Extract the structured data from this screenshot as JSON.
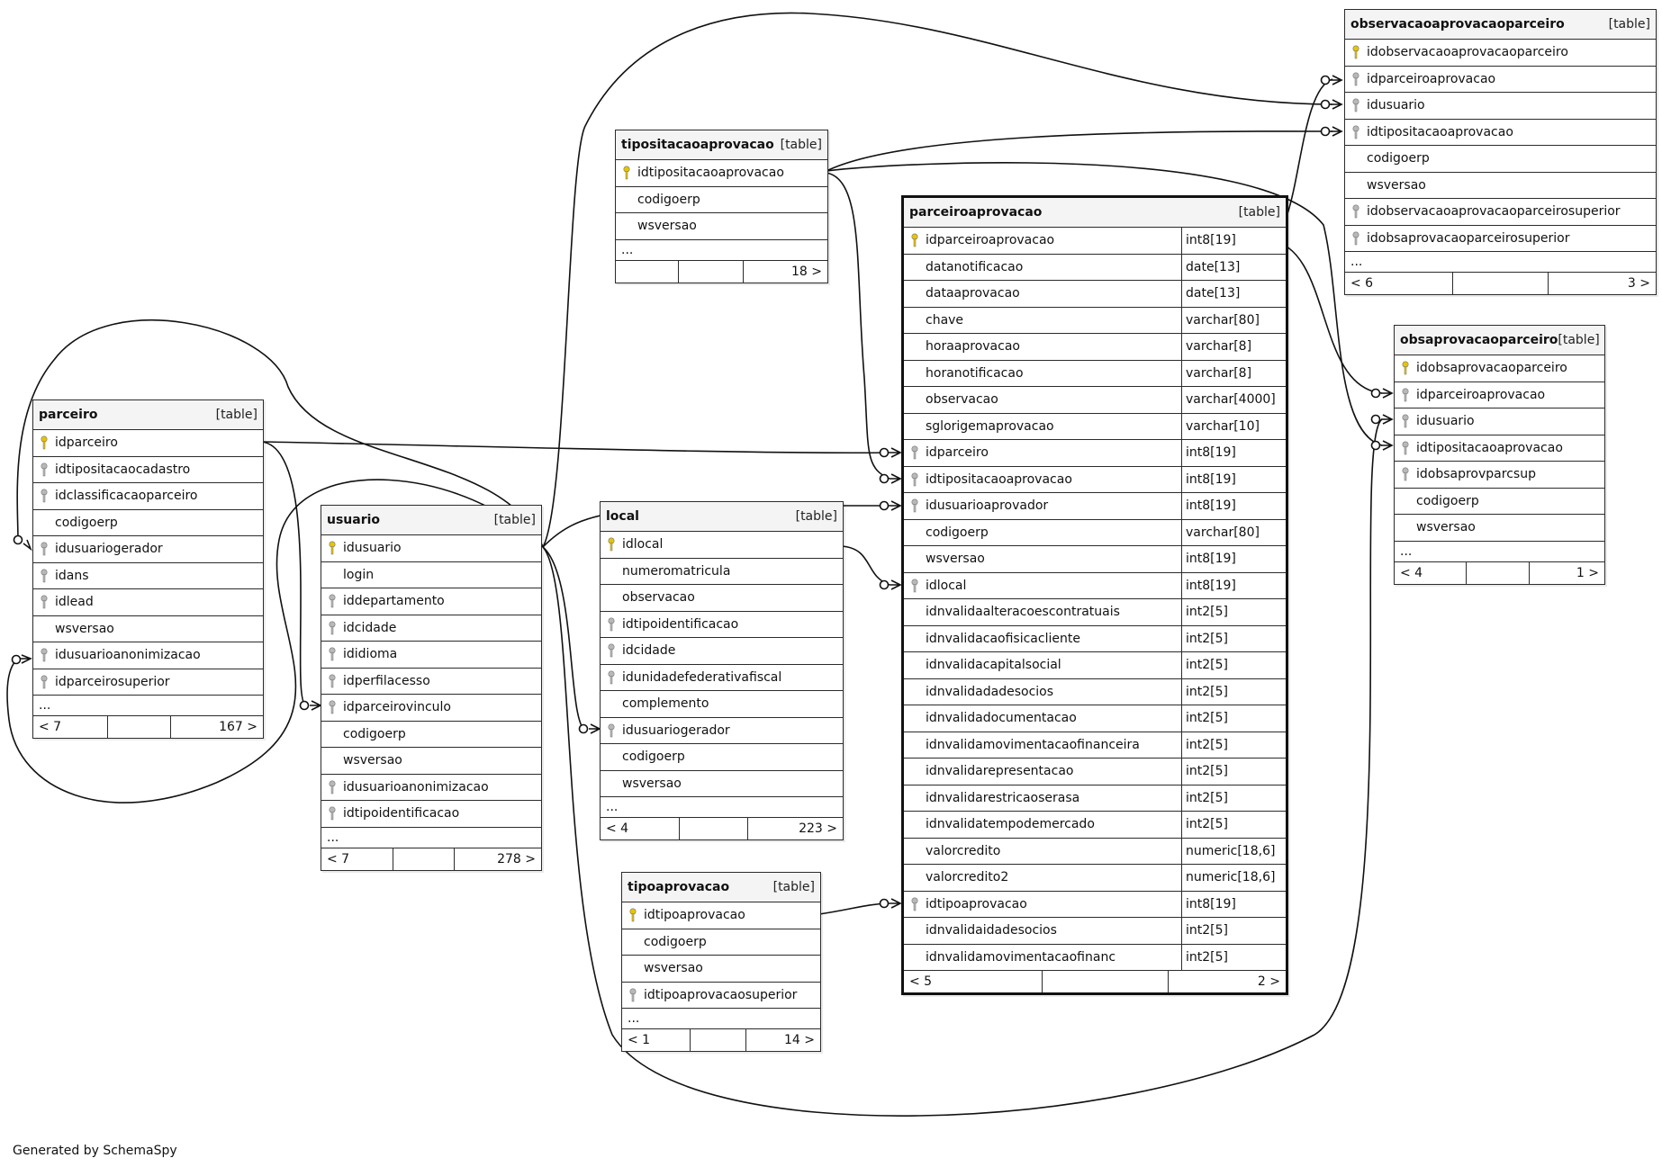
{
  "footer_text": "Generated by SchemaSpy",
  "colors": {
    "primary_key": "#e8c400",
    "foreign_key": "#b8b8b8",
    "line": "#111111"
  },
  "tables": [
    {
      "id": "observacaoaprovacaoparceiro",
      "name": "observacaoaprovacaoparceiro",
      "type": "[table]",
      "columns": [
        {
          "name": "idobservacaoaprovacaoparceiro",
          "key": "pk"
        },
        {
          "name": "idparceiroaprovacao",
          "key": "fk"
        },
        {
          "name": "idusuario",
          "key": "fk"
        },
        {
          "name": "idtipositacaoaprovacao",
          "key": "fk"
        },
        {
          "name": "codigoerp",
          "key": ""
        },
        {
          "name": "wsversao",
          "key": ""
        },
        {
          "name": "idobservacaoaprovacaoparceirosuperior",
          "key": "fk"
        },
        {
          "name": "idobsaprovacaoparceirosuperior",
          "key": "fk"
        }
      ],
      "more": "...",
      "foot_left": "< 6",
      "foot_right": "3 >"
    },
    {
      "id": "tipositacaoaprovacao",
      "name": "tipositacaoaprovacao",
      "type": "[table]",
      "columns": [
        {
          "name": "idtipositacaoaprovacao",
          "key": "pk"
        },
        {
          "name": "codigoerp",
          "key": ""
        },
        {
          "name": "wsversao",
          "key": ""
        }
      ],
      "more": "...",
      "foot_left": "",
      "foot_right": "18 >"
    },
    {
      "id": "parceiroaprovacao",
      "name": "parceiroaprovacao",
      "type": "[table]",
      "columns": [
        {
          "name": "idparceiroaprovacao",
          "key": "pk",
          "dtype": "int8[19]"
        },
        {
          "name": "datanotificacao",
          "key": "",
          "dtype": "date[13]"
        },
        {
          "name": "dataaprovacao",
          "key": "",
          "dtype": "date[13]"
        },
        {
          "name": "chave",
          "key": "",
          "dtype": "varchar[80]"
        },
        {
          "name": "horaaprovacao",
          "key": "",
          "dtype": "varchar[8]"
        },
        {
          "name": "horanotificacao",
          "key": "",
          "dtype": "varchar[8]"
        },
        {
          "name": "observacao",
          "key": "",
          "dtype": "varchar[4000]"
        },
        {
          "name": "sglorigemaprovacao",
          "key": "",
          "dtype": "varchar[10]"
        },
        {
          "name": "idparceiro",
          "key": "fk",
          "dtype": "int8[19]"
        },
        {
          "name": "idtipositacaoaprovacao",
          "key": "fk",
          "dtype": "int8[19]"
        },
        {
          "name": "idusuarioaprovador",
          "key": "fk",
          "dtype": "int8[19]"
        },
        {
          "name": "codigoerp",
          "key": "",
          "dtype": "varchar[80]"
        },
        {
          "name": "wsversao",
          "key": "",
          "dtype": "int8[19]"
        },
        {
          "name": "idlocal",
          "key": "fk",
          "dtype": "int8[19]"
        },
        {
          "name": "idnvalidaalteracoescontratuais",
          "key": "",
          "dtype": "int2[5]"
        },
        {
          "name": "idnvalidacaofisicacliente",
          "key": "",
          "dtype": "int2[5]"
        },
        {
          "name": "idnvalidacapitalsocial",
          "key": "",
          "dtype": "int2[5]"
        },
        {
          "name": "idnvalidadadesocios",
          "key": "",
          "dtype": "int2[5]"
        },
        {
          "name": "idnvalidadocumentacao",
          "key": "",
          "dtype": "int2[5]"
        },
        {
          "name": "idnvalidamovimentacaofinanceira",
          "key": "",
          "dtype": "int2[5]"
        },
        {
          "name": "idnvalidarepresentacao",
          "key": "",
          "dtype": "int2[5]"
        },
        {
          "name": "idnvalidarestricaoserasa",
          "key": "",
          "dtype": "int2[5]"
        },
        {
          "name": "idnvalidatempodemercado",
          "key": "",
          "dtype": "int2[5]"
        },
        {
          "name": "valorcredito",
          "key": "",
          "dtype": "numeric[18,6]"
        },
        {
          "name": "valorcredito2",
          "key": "",
          "dtype": "numeric[18,6]"
        },
        {
          "name": "idtipoaprovacao",
          "key": "fk",
          "dtype": "int8[19]"
        },
        {
          "name": "idnvalidaidadesocios",
          "key": "",
          "dtype": "int2[5]"
        },
        {
          "name": "idnvalidamovimentacaofinanc",
          "key": "",
          "dtype": "int2[5]"
        }
      ],
      "more": "",
      "foot_left": "< 5",
      "foot_right": "2 >"
    },
    {
      "id": "obsaprovacaoparceiro",
      "name": "obsaprovacaoparceiro",
      "type": "[table]",
      "columns": [
        {
          "name": "idobsaprovacaoparceiro",
          "key": "pk"
        },
        {
          "name": "idparceiroaprovacao",
          "key": "fk"
        },
        {
          "name": "idusuario",
          "key": "fk"
        },
        {
          "name": "idtipositacaoaprovacao",
          "key": "fk"
        },
        {
          "name": "idobsaprovparcsup",
          "key": "fk"
        },
        {
          "name": "codigoerp",
          "key": ""
        },
        {
          "name": "wsversao",
          "key": ""
        }
      ],
      "more": "...",
      "foot_left": "< 4",
      "foot_right": "1 >"
    },
    {
      "id": "parceiro",
      "name": "parceiro",
      "type": "[table]",
      "columns": [
        {
          "name": "idparceiro",
          "key": "pk"
        },
        {
          "name": "idtipositacaocadastro",
          "key": "fk"
        },
        {
          "name": "idclassificacaoparceiro",
          "key": "fk"
        },
        {
          "name": "codigoerp",
          "key": ""
        },
        {
          "name": "idusuariogerador",
          "key": "fk"
        },
        {
          "name": "idans",
          "key": "fk"
        },
        {
          "name": "idlead",
          "key": "fk"
        },
        {
          "name": "wsversao",
          "key": ""
        },
        {
          "name": "idusuarioanonimizacao",
          "key": "fk"
        },
        {
          "name": "idparceirosuperior",
          "key": "fk"
        }
      ],
      "more": "...",
      "foot_left": "< 7",
      "foot_right": "167 >"
    },
    {
      "id": "usuario",
      "name": "usuario",
      "type": "[table]",
      "columns": [
        {
          "name": "idusuario",
          "key": "pk"
        },
        {
          "name": "login",
          "key": ""
        },
        {
          "name": "iddepartamento",
          "key": "fk"
        },
        {
          "name": "idcidade",
          "key": "fk"
        },
        {
          "name": "ididioma",
          "key": "fk"
        },
        {
          "name": "idperfilacesso",
          "key": "fk"
        },
        {
          "name": "idparceirovinculo",
          "key": "fk"
        },
        {
          "name": "codigoerp",
          "key": ""
        },
        {
          "name": "wsversao",
          "key": ""
        },
        {
          "name": "idusuarioanonimizacao",
          "key": "fk"
        },
        {
          "name": "idtipoidentificacao",
          "key": "fk"
        }
      ],
      "more": "...",
      "foot_left": "< 7",
      "foot_right": "278 >"
    },
    {
      "id": "local",
      "name": "local",
      "type": "[table]",
      "columns": [
        {
          "name": "idlocal",
          "key": "pk"
        },
        {
          "name": "numeromatricula",
          "key": ""
        },
        {
          "name": "observacao",
          "key": ""
        },
        {
          "name": "idtipoidentificacao",
          "key": "fk"
        },
        {
          "name": "idcidade",
          "key": "fk"
        },
        {
          "name": "idunidadefederativafiscal",
          "key": "fk"
        },
        {
          "name": "complemento",
          "key": ""
        },
        {
          "name": "idusuariogerador",
          "key": "fk"
        },
        {
          "name": "codigoerp",
          "key": ""
        },
        {
          "name": "wsversao",
          "key": ""
        }
      ],
      "more": "...",
      "foot_left": "< 4",
      "foot_right": "223 >"
    },
    {
      "id": "tipoaprovacao",
      "name": "tipoaprovacao",
      "type": "[table]",
      "columns": [
        {
          "name": "idtipoaprovacao",
          "key": "pk"
        },
        {
          "name": "codigoerp",
          "key": ""
        },
        {
          "name": "wsversao",
          "key": ""
        },
        {
          "name": "idtipoaprovacaosuperior",
          "key": "fk"
        }
      ],
      "more": "...",
      "foot_left": "< 1",
      "foot_right": "14 >"
    }
  ]
}
